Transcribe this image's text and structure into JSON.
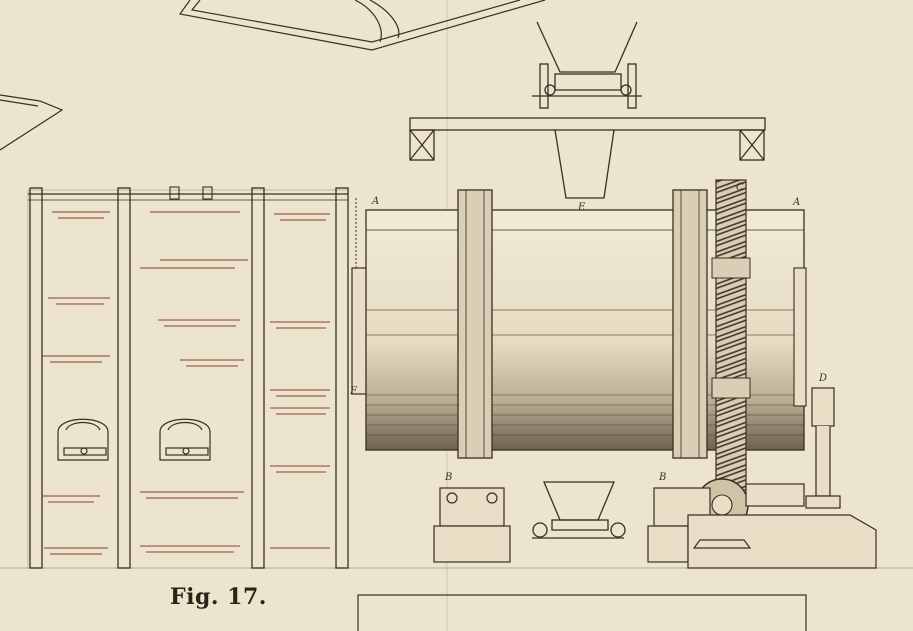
{
  "figure": {
    "caption": "Fig. 17.",
    "labels": {
      "A_left": "A",
      "A_right": "A",
      "B_left": "B",
      "B_right": "B",
      "C": "C",
      "D": "D",
      "E": "E",
      "F": "F"
    }
  },
  "colors": {
    "paper": "#ece4cd",
    "ink": "#3a2e24"
  }
}
